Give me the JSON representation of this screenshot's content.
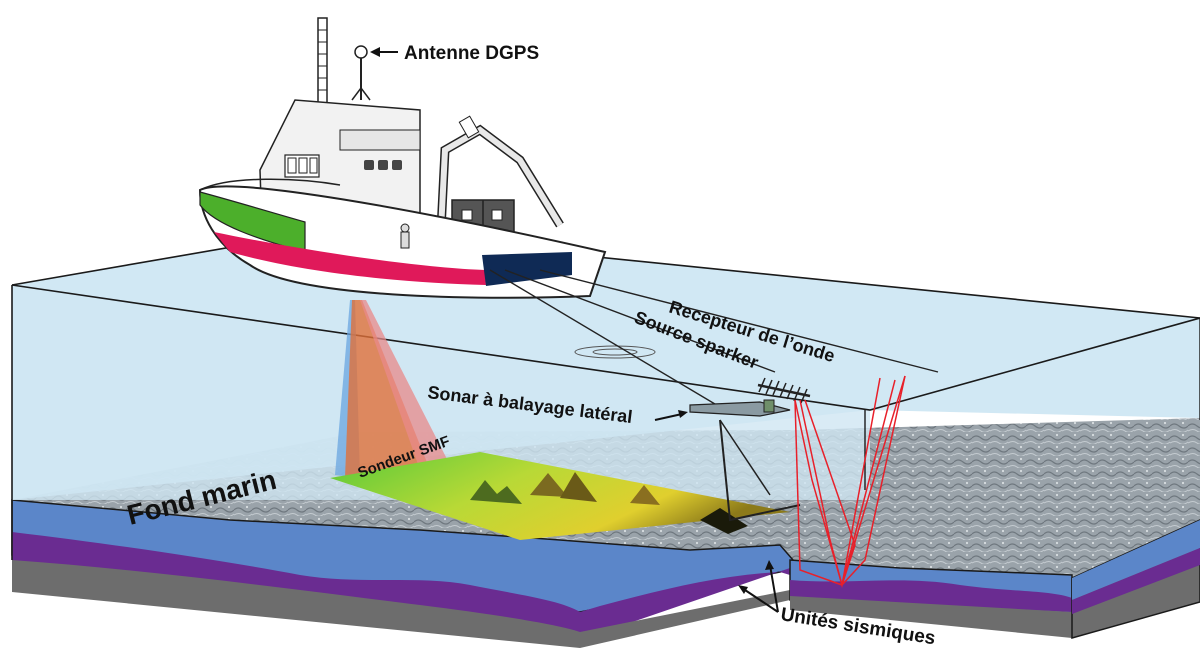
{
  "labels": {
    "antenna": "Antenne DGPS",
    "receiver": "Recepteur de l’onde",
    "sparker": "Source sparker",
    "sidescan": "Sonar à balayage latéral",
    "multibeam": "Sondeur SMF",
    "seafloor": "Fond marin",
    "seismic_units": "Unités sismiques"
  },
  "colors": {
    "water": "#c9e4f2",
    "water_edge": "#1a1a1a",
    "layer_blue": "#5b86c9",
    "layer_purple": "#6a2c91",
    "layer_gray": "#6d6d6d",
    "seabed": "#9aa3aa",
    "hull_white": "#ffffff",
    "hull_red": "#e0195a",
    "hull_green": "#4caf2b",
    "hull_navy": "#0f2a55",
    "seismic_rays": "#e8202a",
    "beam_blue": "#6aa6e0",
    "beam_orange": "#e0703a",
    "beam_pink": "#e88a8a"
  },
  "icons": {
    "antenna": "dgps-antenna-icon",
    "boat": "survey-vessel-icon",
    "towfish": "sidescan-towfish-icon",
    "streamer": "hydrophone-streamer-icon"
  }
}
